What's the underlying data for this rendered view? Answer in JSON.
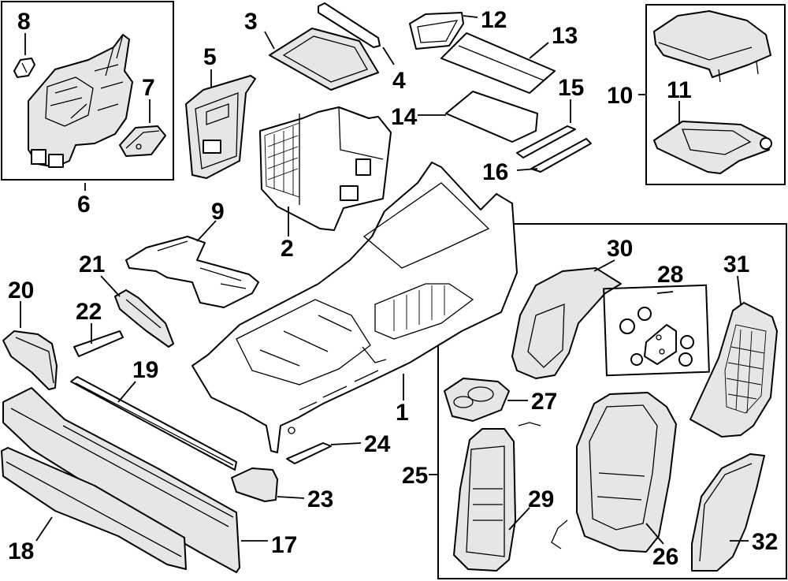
{
  "diagram": {
    "callouts": [
      {
        "id": "c1",
        "label": "1"
      },
      {
        "id": "c2",
        "label": "2"
      },
      {
        "id": "c3",
        "label": "3"
      },
      {
        "id": "c4",
        "label": "4"
      },
      {
        "id": "c5",
        "label": "5"
      },
      {
        "id": "c6",
        "label": "6"
      },
      {
        "id": "c7",
        "label": "7"
      },
      {
        "id": "c8",
        "label": "8"
      },
      {
        "id": "c9",
        "label": "9"
      },
      {
        "id": "c10",
        "label": "10"
      },
      {
        "id": "c11",
        "label": "11"
      },
      {
        "id": "c12",
        "label": "12"
      },
      {
        "id": "c13",
        "label": "13"
      },
      {
        "id": "c14",
        "label": "14"
      },
      {
        "id": "c15",
        "label": "15"
      },
      {
        "id": "c16",
        "label": "16"
      },
      {
        "id": "c17",
        "label": "17"
      },
      {
        "id": "c18",
        "label": "18"
      },
      {
        "id": "c19",
        "label": "19"
      },
      {
        "id": "c20",
        "label": "20"
      },
      {
        "id": "c21",
        "label": "21"
      },
      {
        "id": "c22",
        "label": "22"
      },
      {
        "id": "c23",
        "label": "23"
      },
      {
        "id": "c24",
        "label": "24"
      },
      {
        "id": "c25",
        "label": "25"
      },
      {
        "id": "c26",
        "label": "26"
      },
      {
        "id": "c27",
        "label": "27"
      },
      {
        "id": "c28",
        "label": "28"
      },
      {
        "id": "c29",
        "label": "29"
      },
      {
        "id": "c30",
        "label": "30"
      },
      {
        "id": "c31",
        "label": "31"
      },
      {
        "id": "c32",
        "label": "32"
      }
    ]
  }
}
